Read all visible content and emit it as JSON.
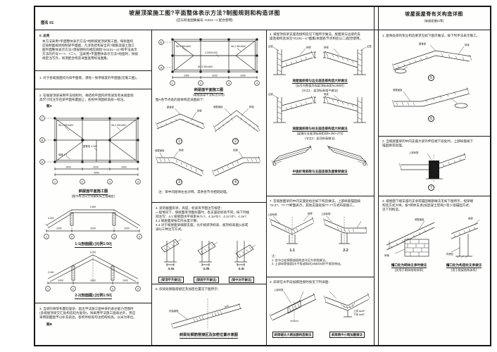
{
  "header": {
    "sheet_label": "图名  01",
    "main_title": "坡屋顶梁施工图?平面整体表示方法?制图规则和构造详图",
    "main_subtitle": "(应与标准图集编号: G231—1 配合使用)",
    "right_title": "坡屋面屋脊有关构造详图",
    "right_subtitle": "(坡屋面檐口等)"
  },
  "col1": {
    "note0_title": "0. 总则",
    "note0_lines": [
      "本方法采用?平面整体表示方法?绘制坡屋顶梁施工图，每张图均",
      "应按制图规则绘制梁平面图，凡涉及结构安全的?钢筋混凝土施工",
      "图平面整体表示方法?须按颁布的相应规程?(G231—1)?和平法表示",
      "方法的代号?一?、?二?。 当采用?平面整体表示方法?绘图时，除按",
      "规定注写外，尚须配合构造详图查用标准图集。"
    ],
    "note1": "1. 对于各坡屋面均为斜平面者，须绘一张带坡度的平面图(见施工图)。",
    "note2_lines": [
      "2. 在坡屋顶梁采用平法绘制时，将结构平面内所有梁及有关坡度标",
      "高尺寸均注写在梁平面布置图上，各构件顶面标高统一标注。"
    ],
    "fig_a": "图A",
    "plan": {
      "axis_y": [
        "C",
        "B",
        "A"
      ],
      "axis_x": [
        "1",
        "2",
        "3",
        "4"
      ],
      "labels": [
        "WL1 300×600",
        "屋脊线 4.200",
        "WL2 300×600",
        "坡度 1:2"
      ],
      "dims": [
        "2400",
        "4200",
        "2400"
      ],
      "total": "9000",
      "caption": "斜屋面平面施工图",
      "sub": "(图中所注尺寸均按实际工程确定)"
    },
    "sec1": {
      "peak": "4.500",
      "eave": "3.300",
      "dims": [
        "2400",
        "4200",
        "2400"
      ],
      "axis": [
        "1",
        "2",
        "3",
        "4"
      ],
      "caption": "1-1(剖面图) [比例1:50]"
    },
    "sec2": {
      "peak": "6.000",
      "eave": "3.300",
      "dims": [
        "2400",
        "4200",
        "2400"
      ],
      "axis": [
        "1",
        "2",
        "3",
        "4"
      ],
      "caption": "2-2(剖面图) [比例1:50]"
    },
    "note3_lines": [
      "3. 当梁的骨架布置较复杂、超出平法施工图中梁的表达能力范围时",
      "(多坡屋顶梁交汇处构造较为复杂)，除采用平法施工图表达外，另应",
      "采用剖面图予以补充表达。各构件标高均注结构标高，以米为单位。"
    ],
    "fig_b": "图B"
  },
  "col2": {
    "plan": {
      "axis_y": [
        "B",
        "A"
      ],
      "axis_x": [
        "1",
        "2",
        "3",
        "4"
      ],
      "labels": [
        "WL1 300×600",
        "4.200/3.600",
        "WL2 300×600",
        "WL3 300×600"
      ],
      "dims": [
        "2400",
        "4200",
        "2400"
      ],
      "caption": "斜屋面平面施工图",
      "sub": "(坡屋面梁平法标注示例)"
    },
    "intro": "图A各节点处的屋脊构造详图如下：",
    "ridge": {
      "beam": "屋脊梁",
      "slope": "斜梁",
      "slab": "坡屋面板",
      "nums": [
        "1",
        "2",
        "3",
        "4"
      ]
    },
    "mid_note": "注：单中间屋脊左右对称，其余各节点相同处理。",
    "note4_lines": [
      "4. 梁的截面形状、高度、标高等平面注写规定：",
      "一般情况下，坡屋面梁顶面斜置时，各支座处标高不同，按下列规",
      "则注写：4.1 坡屋面水平投影长?L?、4.1a?b?、4.1c?d?、4.1e?",
      "4.2 坡屋面梁按实际长度计算。",
      "4.3 对于坡屋面梁端部支座，允许按梁顶标高、板顶标高差(L加或",
      "减h)三种注写方式。"
    ],
    "beams": [
      {
        "tag": "4.3a",
        "cap": "(梁顶平齐做法)"
      },
      {
        "tag": "4.3b",
        "cap": "(梁底平齐做法)"
      },
      {
        "tag": "4.3c",
        "cap": "(梁中对齐做法)"
      }
    ],
    "note5": "5. 斜梁处钢筋搭接区及加密位置见下图所示：",
    "anchor": {
      "label": "抗裂钢筋",
      "dim": "≥laE",
      "caption": "斜梁处钢筋搭接区及加密位置示意图"
    }
  },
  "col3": {
    "note1_lines": [
      "1. 坡屋顶斜梁支座连接构造见下图所示做法。屋面梁与边梁的支",
      "座连接构造详见?G231—1?图集(本图各节点构造以二)配合使用。"
    ],
    "det_labels": {
      "wall": "边梁",
      "beam": "斜梁",
      "top": "上部纵筋"
    },
    "cap1_lines": [
      "坡屋面斜梁与边支座连接构造大样做法",
      "(括号内数值为斜梁顶标高差h≤250时)",
      "(节点1：梁顶标高相平做法)"
    ],
    "cap2_lines": [
      "坡屋面斜梁与柱支座连接构造大样做法",
      "(梁端与支座顶标高相同h≈250~270)",
      "(节点2：梁顶抬高做法)"
    ],
    "cap3": "中途折弯斜梁与支座连接及屋脊梁做法",
    "note7_lines": [
      "7. 在坡屋面梁的中间支座处给出如下构造做法，上部纵筋锚固按",
      "?2-2?、?7-7?断面表示，其他支座处按?7-7?方式布筋施工。"
    ],
    "marks": [
      "1-1",
      "2-2"
    ],
    "mid_notes": [
      "注：",
      "1. 各节点处钢筋锚固构造详见大样图做法。",
      "2. 上部纵筋锚固(水平段或斜向)≥laE(la)时平直段伸出。"
    ],
    "note3": "3. 斜梁在水平段加腋连接时按见下列详图：",
    "haunch_caps": [
      "斜梁端头大跨加腋构造做法",
      "斜梁跨中小跨加腋做法"
    ],
    "angle_notes": [
      "上排 α≤45°",
      "下排 α≤60°"
    ]
  },
  "col4": {
    "note1": "1. 屋脊处梁的架立构造要求见如下图示做法，按下列平法表示施工。",
    "nums": [
      "5",
      "6",
      "7"
    ],
    "labels": {
      "slab": "坡屋面板",
      "ridge": "屋脊梁",
      "beam": "斜梁",
      "wall": "砖墙",
      "col": "构造柱",
      "bars": "上部纵筋"
    },
    "note2_lines": [
      "2. 当坡屋面梁的中间支座大梁外伸在端下段处时，上部纵筋按下",
      "锚固要求处理。"
    ],
    "note3_lines": [
      "3. 坡屋面下端支座的支承或锚固端部做法见如下图所示，视梁端",
      "构造方式大样，按?砌体支承(加混凝土垫块)?等入墙锚固方式，",
      "见下列构造。"
    ],
    "eave_left_caps": [
      "檐口处为砌体支承时做法",
      "(仅用于砌体结构体系)"
    ],
    "eave_right_caps": [
      "檐口处为构造柱支承做法",
      "(用于框架结构体系)"
    ]
  }
}
